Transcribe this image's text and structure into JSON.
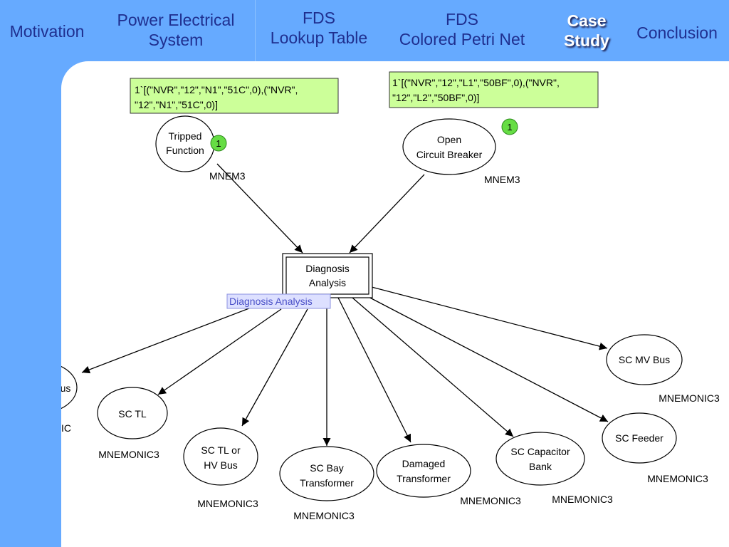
{
  "nav": {
    "items": [
      {
        "lines": [
          "Motivation"
        ]
      },
      {
        "lines": [
          "Power Electrical",
          "System"
        ]
      },
      {
        "lines": [
          "FDS",
          "Lookup Table"
        ]
      },
      {
        "lines": [
          "FDS",
          "Colored Petri Net"
        ]
      },
      {
        "lines": [
          "Case",
          "Study"
        ]
      },
      {
        "lines": [
          "Conclusion"
        ]
      }
    ]
  },
  "diagram": {
    "tokens": {
      "tripped": {
        "lines": [
          "1`[(\"NVR\",\"12\",\"N1\",\"51C\",0),(\"NVR\",",
          "\"12\",\"N1\",\"51C\",0)]"
        ]
      },
      "breaker": {
        "lines": [
          "1`[(\"NVR\",\"12\",\"L1\",\"50BF\",0),(\"NVR\",",
          "\"12\",\"L2\",\"50BF\",0)]"
        ]
      }
    },
    "token_counts": {
      "tripped": "1",
      "breaker": "1"
    },
    "places": {
      "tripped": {
        "lines": [
          "Tripped",
          "Function"
        ],
        "type": "MNEM3"
      },
      "breaker": {
        "lines": [
          "Open",
          "Circuit Breaker"
        ],
        "type": "MNEM3"
      },
      "sc_hv_bus": {
        "lines": [
          "SC HV Bus"
        ],
        "type": "MNEMONIC"
      },
      "sc_tl": {
        "lines": [
          "SC TL"
        ],
        "type": "MNEMONIC3"
      },
      "sc_tl_hv": {
        "lines": [
          "SC TL or",
          "HV Bus"
        ],
        "type": "MNEMONIC3"
      },
      "sc_bay": {
        "lines": [
          "SC Bay",
          "Transformer"
        ],
        "type": "MNEMONIC3"
      },
      "damaged": {
        "lines": [
          "Damaged",
          "Transformer"
        ],
        "type": "MNEMONIC3"
      },
      "capacitor": {
        "lines": [
          "SC Capacitor",
          "Bank"
        ],
        "type": "MNEMONIC3"
      },
      "feeder": {
        "lines": [
          "SC Feeder"
        ],
        "type": "MNEMONIC3"
      },
      "mv_bus": {
        "lines": [
          "SC MV Bus"
        ],
        "type": "MNEMONIC3"
      }
    },
    "transition": {
      "lines": [
        "Diagnosis",
        "Analysis"
      ],
      "tag": "Diagnosis Analysis"
    }
  },
  "colors": {
    "background": "#66aaff",
    "nav_text": "#1f2f8f",
    "token_box": "#ccff99",
    "token_count": "#66dd44",
    "tag_box": "#dde0ff",
    "tag_text": "#4a50c8"
  }
}
